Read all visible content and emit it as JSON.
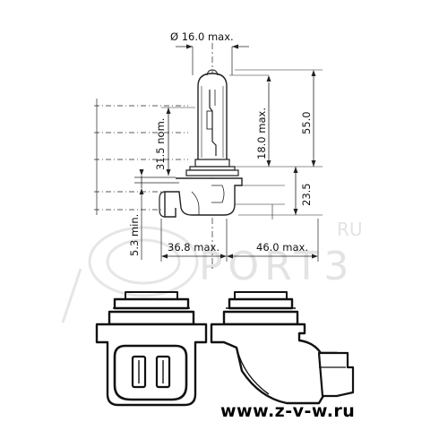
{
  "dimensions": {
    "diameter": "Ø 16.0 max.",
    "bulb_height": "18.0 max.",
    "total_height": "55.0",
    "nominal": "31.5 nom.",
    "base_height": "23.5",
    "min_offset": "5.3 min.",
    "left_width": "36.8 max.",
    "right_width": "46.0 max."
  },
  "watermark": {
    "brand": "PORT3",
    "suffix": "RU"
  },
  "footer": {
    "url": "www.z-v-w.ru"
  },
  "colors": {
    "line": "#222222",
    "watermark": "#e3e3e3",
    "glass": "#ffffff"
  }
}
